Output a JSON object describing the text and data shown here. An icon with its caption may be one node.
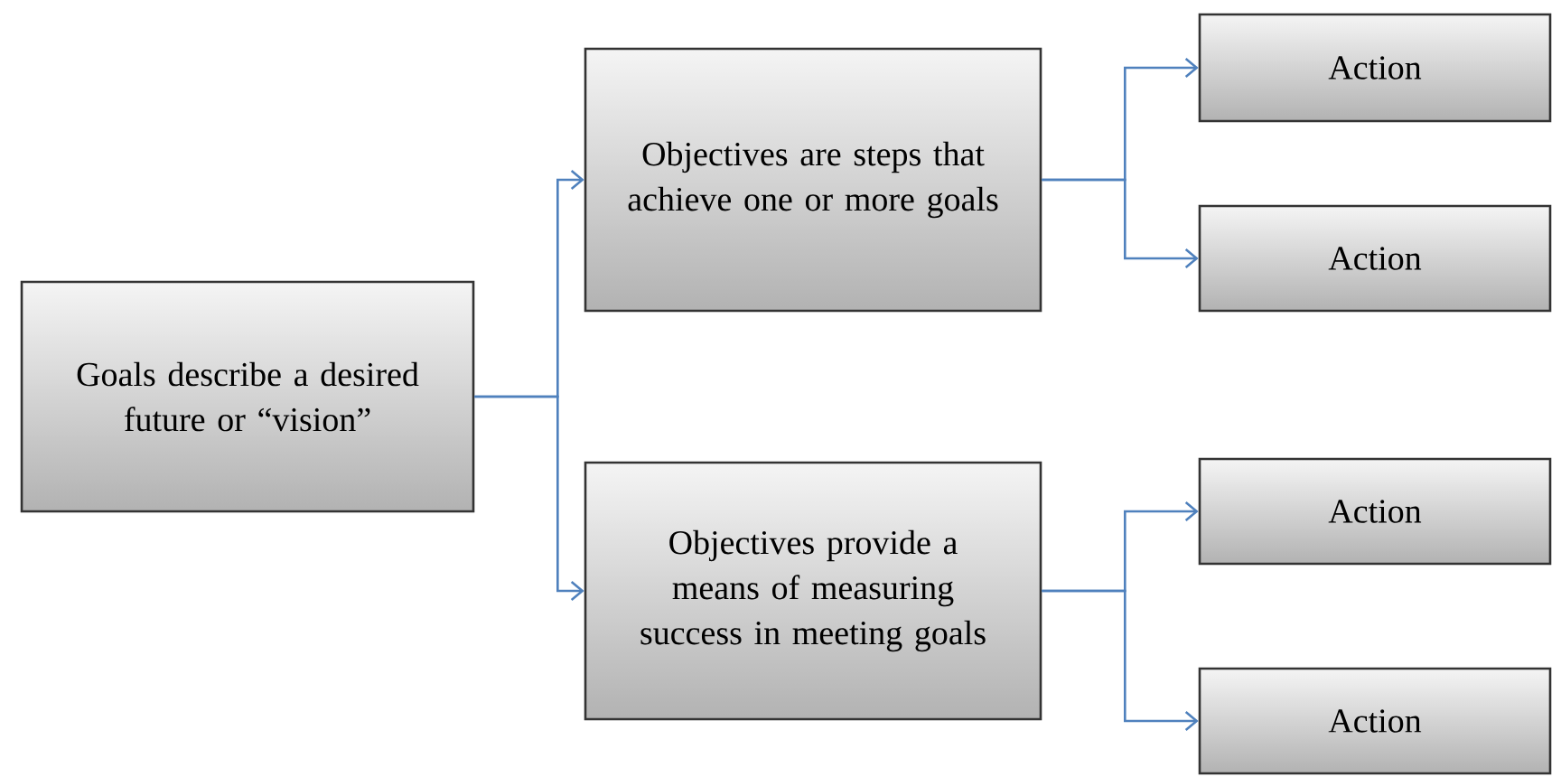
{
  "diagram": {
    "nodes": [
      {
        "text": [
          "Goals describe a desired future or “vision”"
        ]
      },
      {
        "text": [
          "Objectives are steps that achieve one or more goals"
        ]
      },
      {
        "text": [
          "Objectives provide a means of measuring success in meeting goals"
        ]
      },
      {
        "text": [
          "Action"
        ]
      },
      {
        "text": [
          "Action"
        ]
      },
      {
        "text": [
          "Action"
        ]
      },
      {
        "text": [
          "Action"
        ]
      }
    ],
    "edges": [
      {
        "from": 0,
        "to": 1,
        "arrow": "to"
      },
      {
        "from": 0,
        "to": 2,
        "arrow": "to"
      },
      {
        "from": 1,
        "to": 3,
        "arrow": "to"
      },
      {
        "from": 1,
        "to": 4,
        "arrow": "to"
      },
      {
        "from": 2,
        "to": 5,
        "arrow": "to"
      },
      {
        "from": 2,
        "to": 6,
        "arrow": "to"
      }
    ]
  }
}
